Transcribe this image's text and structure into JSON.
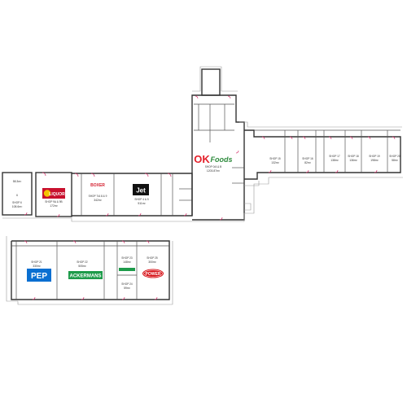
{
  "logos": {
    "ok_foods": {
      "ok": "OK",
      "foods": "Foods",
      "ok_color": "#e4202a",
      "foods_color": "#2e8b3d"
    },
    "jet": {
      "text": "Jet",
      "bg": "#111111",
      "fg": "#ffffff"
    },
    "liquor_city": {
      "text": "LIQUOR",
      "bg": "#c8102e",
      "accent": "#f4c300"
    },
    "pep": {
      "text": "PEP",
      "bg": "#0a6fd1",
      "fg": "#ffffff"
    },
    "ackermans": {
      "text": "ACKERMANS",
      "bg": "#1d9b4a",
      "fg": "#ffffff"
    },
    "power": {
      "text": "POWER",
      "bg": "#d7141a",
      "fg": "#ffffff"
    },
    "boxer": {
      "text": "BOXER",
      "color": "#d42030"
    }
  },
  "shops": {
    "ok_foods": {
      "name": "SHOP 0/A & B",
      "area": "1203.87m²"
    },
    "jet": {
      "name": "SHOP 4 & 5",
      "area": "511m²"
    },
    "boxer": {
      "name": "SHOP 7/A 8 & 9",
      "area": "342m²"
    },
    "liquor": {
      "name": "SHOP 9A & 9B",
      "area": "172m²"
    },
    "small_top_left": {
      "name": "",
      "area": "58.3m²"
    },
    "shop_6": {
      "name": "6",
      "area": ""
    },
    "small_lower_left": {
      "name": "SHOP 6",
      "area": "108.6m²"
    },
    "east_1": {
      "name": "SHOP 15",
      "area": "132m²"
    },
    "east_2": {
      "name": "SHOP 16",
      "area": "82m²"
    },
    "east_3": {
      "name": "SHOP 17",
      "area": "138m²"
    },
    "east_4": {
      "name": "SHOP 18",
      "area": "136m²"
    },
    "east_5": {
      "name": "SHOP 19",
      "area": "198m²"
    },
    "east_6": {
      "name": "SHOP 20",
      "area": "58m²"
    },
    "pep": {
      "name": "SHOP 21",
      "area": "330m²"
    },
    "ackermans": {
      "name": "SHOP 22",
      "area": "505m²"
    },
    "shop_23": {
      "name": "SHOP 23",
      "area": "148m²"
    },
    "shop_24": {
      "name": "SHOP 24",
      "area": "59m²"
    },
    "power": {
      "name": "SHOP 25",
      "area": "300m²"
    }
  }
}
